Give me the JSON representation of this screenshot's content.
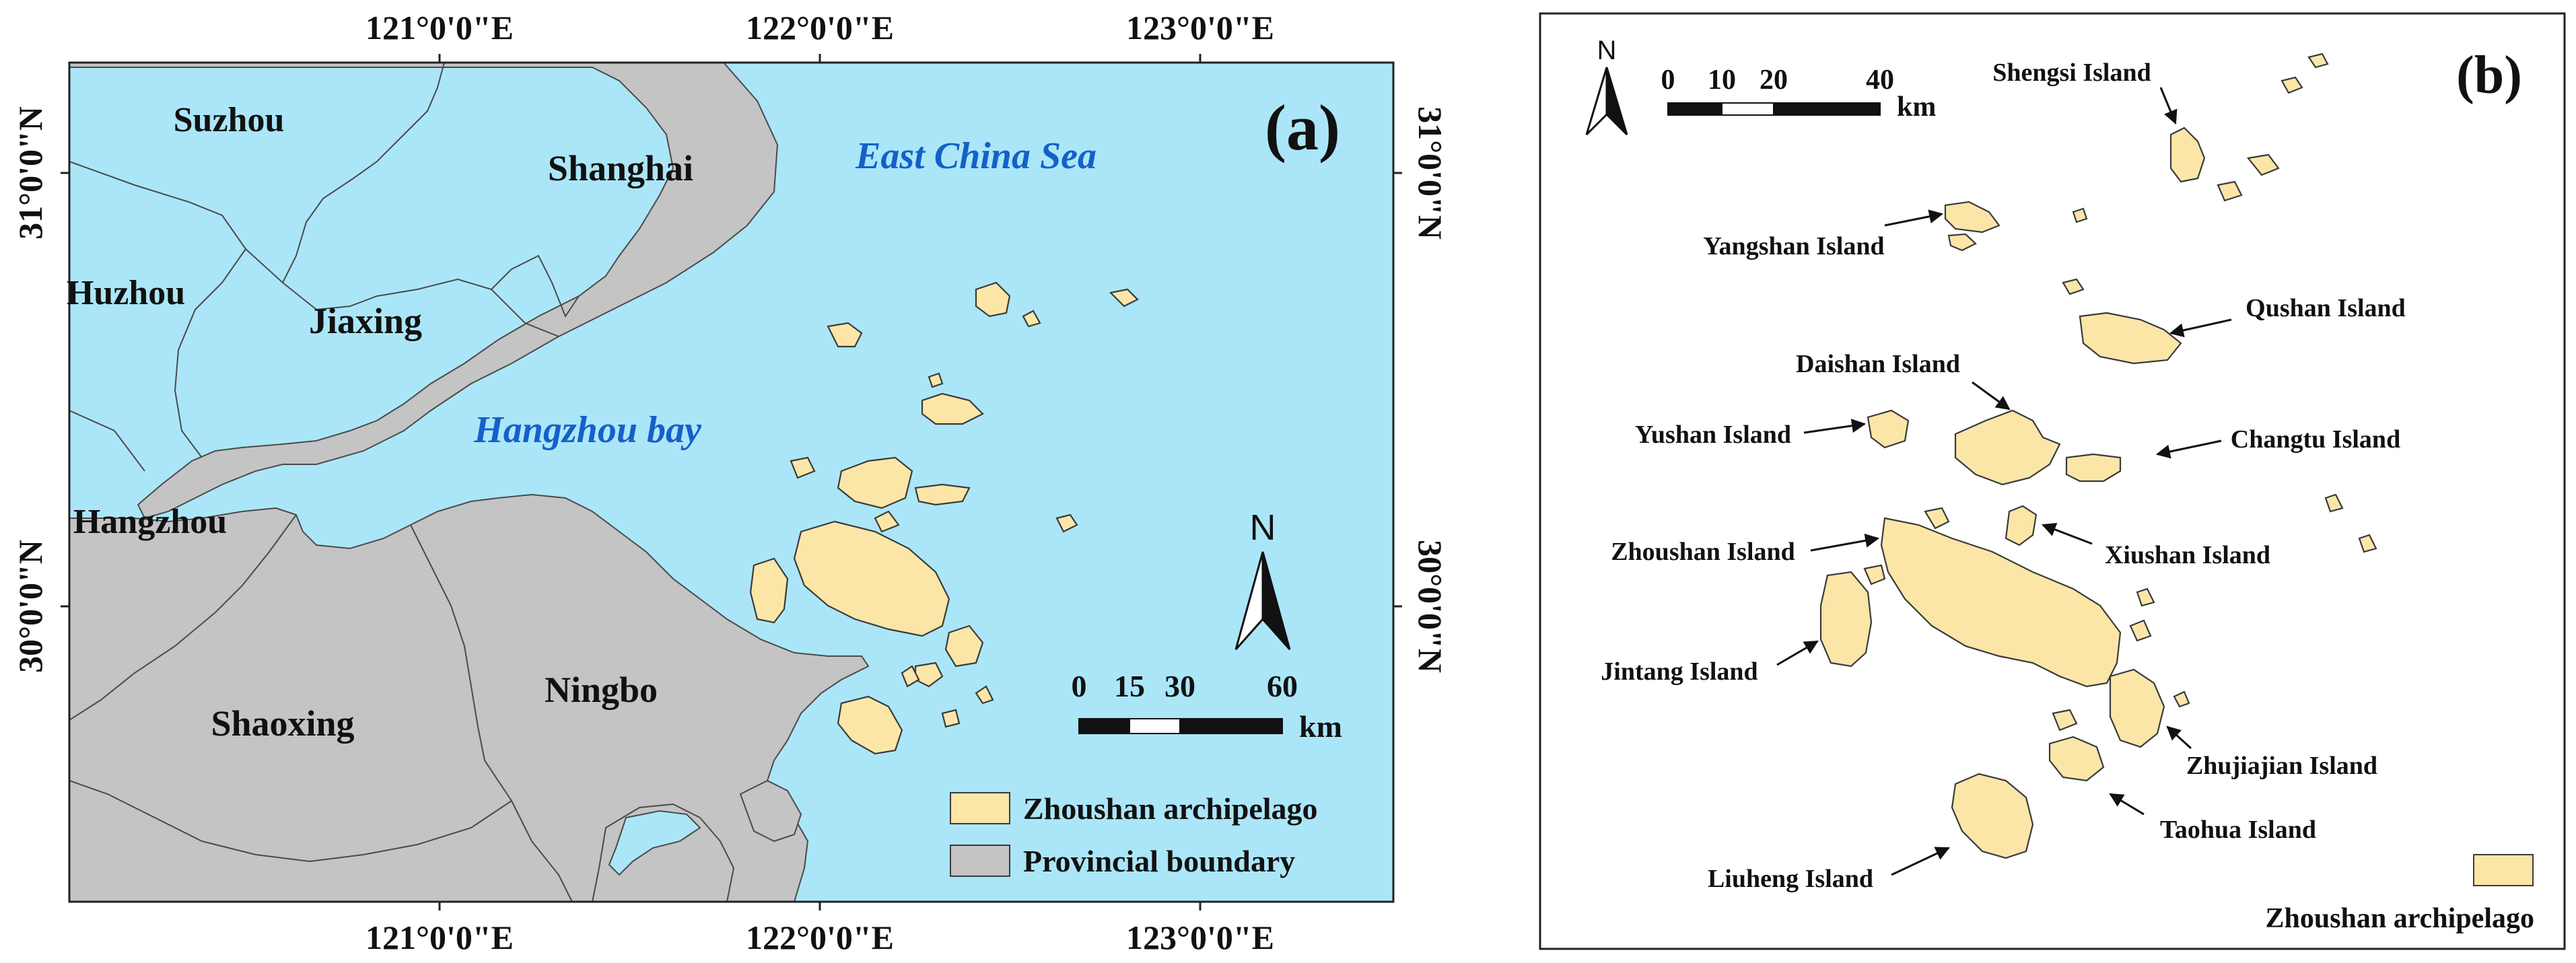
{
  "panel_a": {
    "label": "(a)",
    "top_longitudes": [
      "121°0'0\"E",
      "122°0'0\"E",
      "123°0'0\"E"
    ],
    "bottom_longitudes": [
      "121°0'0\"E",
      "122°0'0\"E",
      "123°0'0\"E"
    ],
    "left_latitudes": [
      "31°0'0\"N",
      "30°0'0\"N"
    ],
    "right_latitudes": [
      "31°0'0\"N",
      "30°0'0\"N"
    ],
    "cities": {
      "suzhou": "Suzhou",
      "shanghai": "Shanghai",
      "huzhou": "Huzhou",
      "jiaxing": "Jiaxing",
      "hangzhou": "Hangzhou",
      "shaoxing": "Shaoxing",
      "ningbo": "Ningbo"
    },
    "seas": {
      "east_china_sea": "East China Sea",
      "hangzhou_bay": "Hangzhou bay"
    },
    "north": "N",
    "scale": {
      "ticks": [
        "0",
        "15",
        "30",
        "60"
      ],
      "unit": "km"
    },
    "legend": [
      {
        "label": "Zhoushan archipelago",
        "color": "#fbe6a8"
      },
      {
        "label": "Provincial boundary",
        "color": "#c4c4c4"
      }
    ],
    "colors": {
      "sea": "#abe6f8",
      "land": "#c4c4c4",
      "island": "#fbe6a8",
      "sea_text": "#1560c8"
    }
  },
  "panel_b": {
    "label": "(b)",
    "north": "N",
    "scale": {
      "ticks": [
        "0",
        "10",
        "20",
        "40"
      ],
      "unit": "km"
    },
    "islands": {
      "shengsi": "Shengsi Island",
      "yangshan": "Yangshan Island",
      "qushan": "Qushan Island",
      "daishan": "Daishan Island",
      "yushan": "Yushan Island",
      "changtu": "Changtu Island",
      "zhoushan": "Zhoushan Island",
      "xiushan": "Xiushan Island",
      "jintang": "Jintang Island",
      "zhujiajian": "Zhujiajian Island",
      "taohua": "Taohua Island",
      "liuheng": "Liuheng Island"
    },
    "legend": [
      {
        "label": "Zhoushan archipelago",
        "color": "#fbe6a8"
      }
    ]
  }
}
